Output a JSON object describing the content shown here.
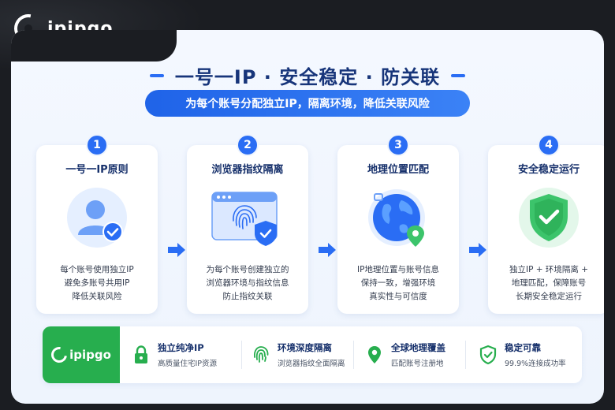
{
  "brand": {
    "name": "ipipgo",
    "accent": "#2a6df4",
    "green": "#27ae4e",
    "navy": "#16306b"
  },
  "header": {
    "title": "一号一IP · 安全稳定 · 防关联",
    "subtitle": "为每个账号分配独立IP，隔离环境，降低关联风险"
  },
  "steps": [
    {
      "num": "1",
      "title": "一号一IP原则",
      "icon": "user-check-icon",
      "desc": [
        "每个账号使用独立IP",
        "避免多账号共用IP",
        "降低关联风险"
      ]
    },
    {
      "num": "2",
      "title": "浏览器指纹隔离",
      "icon": "browser-fingerprint-icon",
      "desc": [
        "为每个账号创建独立的",
        "浏览器环境与指纹信息",
        "防止指纹关联"
      ]
    },
    {
      "num": "3",
      "title": "地理位置匹配",
      "icon": "globe-location-icon",
      "desc": [
        "IP地理位置与账号信息",
        "保持一致，增强环境",
        "真实性与可信度"
      ]
    },
    {
      "num": "4",
      "title": "安全稳定运行",
      "icon": "shield-check-icon",
      "desc": [
        "独立IP + 环境隔离 +",
        "地理匹配，保障账号",
        "长期安全稳定运行"
      ]
    }
  ],
  "features": [
    {
      "title": "独立纯净IP",
      "sub": "高质量住宅IP资源",
      "icon": "lock-icon"
    },
    {
      "title": "环境深度隔离",
      "sub": "浏览器指纹全面隔离",
      "icon": "fingerprint-icon"
    },
    {
      "title": "全球地理覆盖",
      "sub": "匹配账号注册地",
      "icon": "location-pin-icon"
    },
    {
      "title": "稳定可靠",
      "sub": "99.9%连接成功率",
      "icon": "shield-check-icon"
    }
  ]
}
